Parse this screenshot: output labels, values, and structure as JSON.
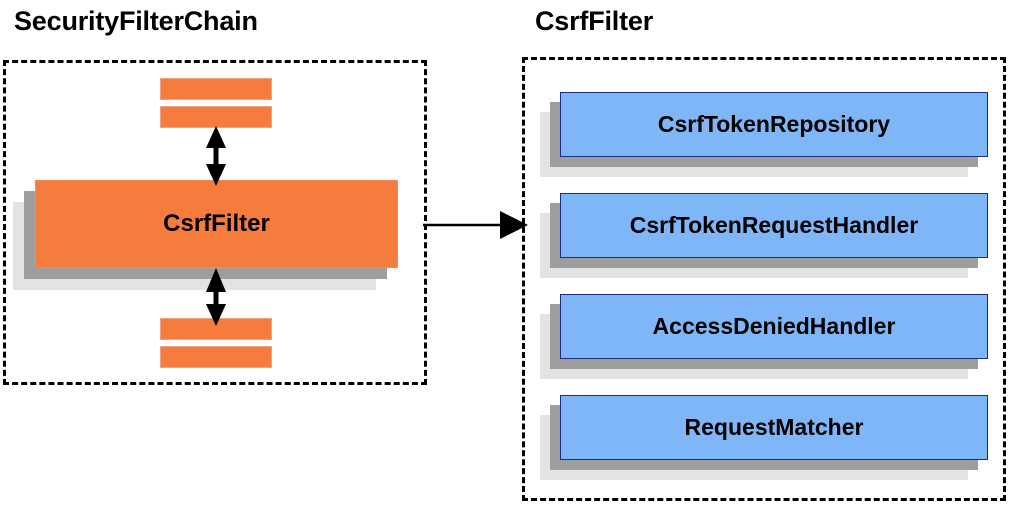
{
  "diagram": {
    "title_left": "SecurityFilterChain",
    "title_right": "CsrfFilter",
    "colors": {
      "orange_fill": "#f57c3c",
      "orange_border": "#f08a5b",
      "blue_fill": "#7eb6f7",
      "blue_border": "#1c2a8c",
      "shadow_near": "#9e9e9e",
      "shadow_far": "#e3e3e3",
      "panel_border": "#000000",
      "text": "#000000"
    }
  },
  "left_panel": {
    "title": "SecurityFilterChain",
    "main_node": {
      "label": "CsrfFilter"
    },
    "stubs": [
      {
        "name": "filter-stub-above-1",
        "label": ""
      },
      {
        "name": "filter-stub-above-2",
        "label": ""
      },
      {
        "name": "filter-stub-below-1",
        "label": ""
      },
      {
        "name": "filter-stub-below-2",
        "label": ""
      }
    ]
  },
  "right_panel": {
    "title": "CsrfFilter",
    "collaborators": [
      {
        "label": "CsrfTokenRepository"
      },
      {
        "label": "CsrfTokenRequestHandler"
      },
      {
        "label": "AccessDeniedHandler"
      },
      {
        "label": "RequestMatcher"
      }
    ]
  },
  "connectors": [
    {
      "name": "arrow-filter-to-upstream",
      "kind": "double-headed-vertical"
    },
    {
      "name": "arrow-filter-to-downstream",
      "kind": "double-headed-vertical"
    },
    {
      "name": "arrow-chain-to-detail",
      "kind": "single-headed-horizontal"
    }
  ]
}
